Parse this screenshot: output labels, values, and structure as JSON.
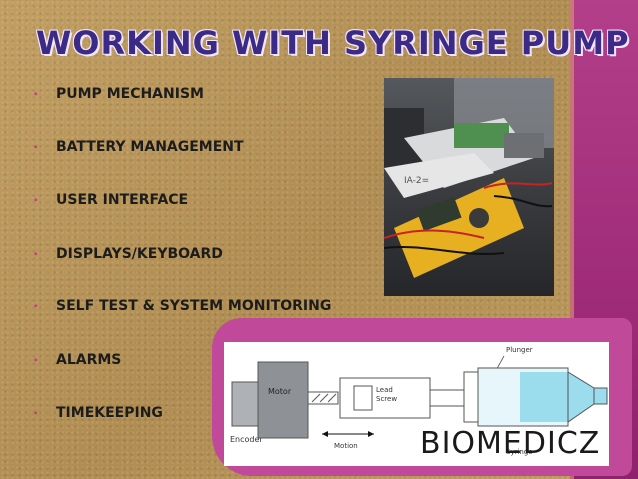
{
  "slide": {
    "title": "WORKING WITH SYRINGE PUMP",
    "bullets": [
      "PUMP MECHANISM",
      "BATTERY MANAGEMENT",
      "USER INTERFACE",
      "DISPLAYS/KEYBOARD",
      "SELF TEST & SYSTEM MONITORING",
      "ALARMS",
      "TIMEKEEPING"
    ],
    "bullet_glyph": "▪",
    "colors": {
      "title": "#3b2a86",
      "accent_band": "#a8307f",
      "background": "#b8965a"
    }
  },
  "diagram": {
    "encoder": "Encoder",
    "motor": "Motor",
    "lead_screw": [
      "Lead",
      "Screw"
    ],
    "motion": "Motion",
    "plunger": "Plunger",
    "syringe": "Syringe"
  },
  "watermark": "BIOMEDICZ"
}
